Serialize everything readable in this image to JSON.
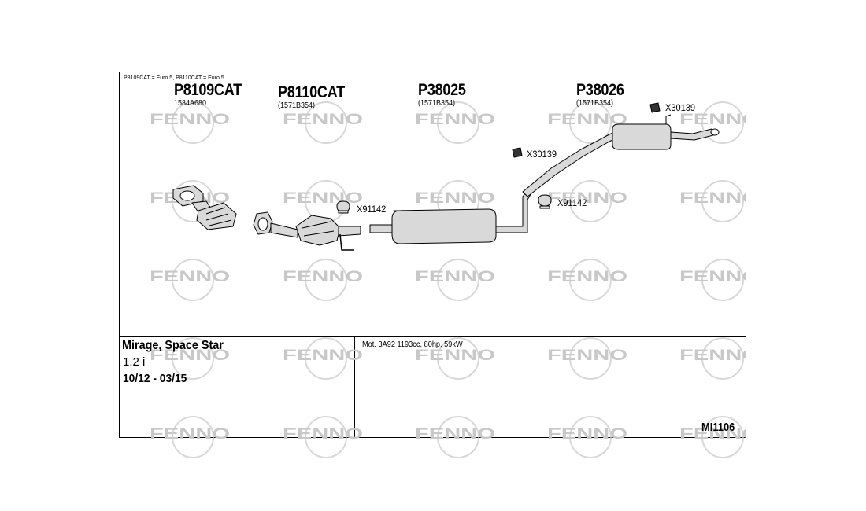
{
  "brand": {
    "watermark": "FENNO"
  },
  "note": "P8109CAT = Euro 5, P8110CAT = Euro 5",
  "parts": [
    {
      "number": "P8109CAT",
      "ref": "1584A680"
    },
    {
      "number": "P8110CAT",
      "ref": "(1571B354)"
    },
    {
      "number": "P38025",
      "ref": "(1571B354)"
    },
    {
      "number": "P38026",
      "ref": "(1571B354)"
    }
  ],
  "accessories": [
    {
      "label": "X91142"
    },
    {
      "label": "X30139"
    },
    {
      "label": "X91142"
    },
    {
      "label": "X30139"
    }
  ],
  "vehicle": {
    "model": "Mirage, Space Star",
    "engine": "1.2 i",
    "period": "10/12 - 03/15",
    "motor": "Mot. 3A92 1193cc, 80hp, 59kW"
  },
  "diagram_code": "MI1106",
  "colors": {
    "line": "#000000",
    "watermark": "#c8c8c8",
    "part_fill": "#d9d9d9"
  }
}
